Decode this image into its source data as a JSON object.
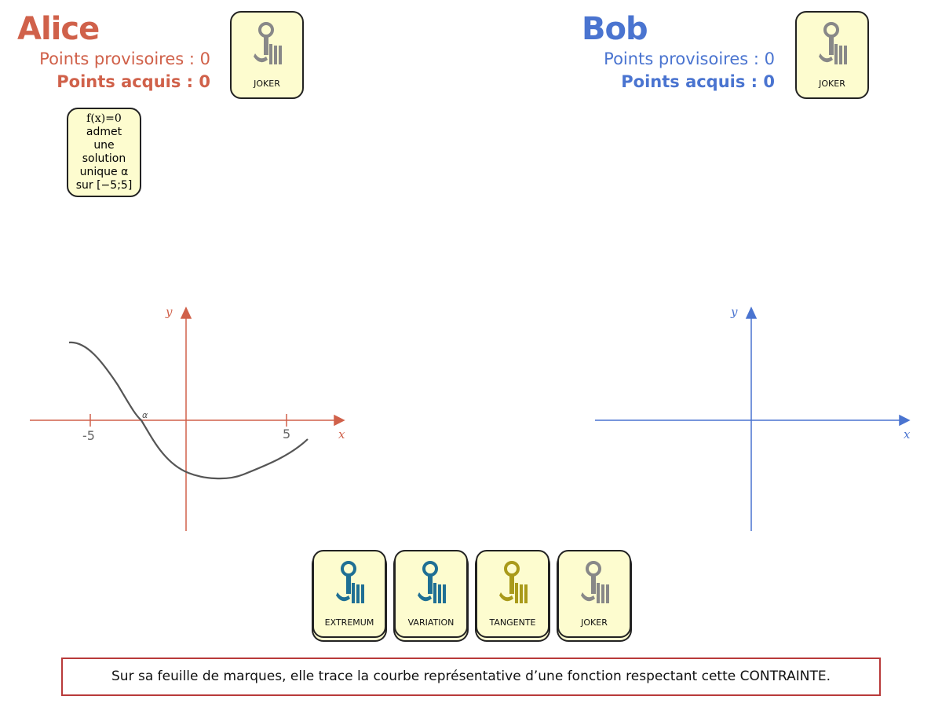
{
  "colors": {
    "alice": "#d0614a",
    "bob": "#4a74d0"
  },
  "alice": {
    "name": "Alice",
    "points_provisoires": "Points provisoires : 0",
    "points_acquis": "Points acquis : 0",
    "joker_label": "JOKER",
    "constraint": {
      "lines": [
        "f(x)=0",
        "admet",
        "une",
        "solution",
        "unique α",
        "sur [−5;5]"
      ]
    }
  },
  "bob": {
    "name": "Bob",
    "points_provisoires": "Points provisoires : 0",
    "points_acquis": "Points acquis : 0",
    "joker_label": "JOKER"
  },
  "graph_alice": {
    "x_label": "x",
    "y_label": "y",
    "tick_neg": "-5",
    "tick_pos": "5",
    "root_label": "α"
  },
  "graph_bob": {
    "x_label": "x",
    "y_label": "y"
  },
  "hand": [
    {
      "label": "EXTREMUM",
      "color": "#1f6f94"
    },
    {
      "label": "VARIATION",
      "color": "#1f6f94"
    },
    {
      "label": "TANGENTE",
      "color": "#a99a1a"
    },
    {
      "label": "JOKER",
      "color": "#888888"
    }
  ],
  "message": "Sur sa feuille de marques, elle trace la courbe représentative d’une fonction respectant cette CONTRAINTE."
}
